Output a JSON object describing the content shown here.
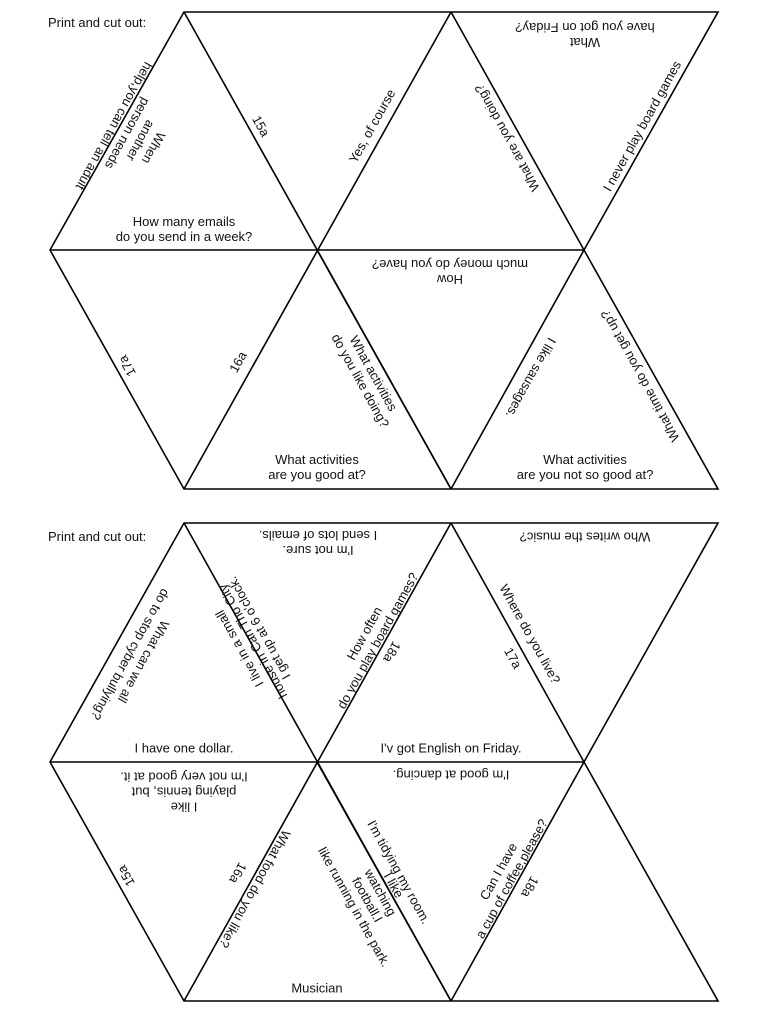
{
  "sheet1": {
    "header": "Print and cut out:",
    "labels": {
      "t1_right": "When\nanother\nperson needs\nhelp,you can tell an adult",
      "t1_bottom": "How many emails\ndo you send in a week?",
      "t2_left": "15a",
      "t2_right": "Yes, of course",
      "t3_left": "What are you doing?",
      "t3_top": "What\nhave you got on Friday?",
      "t4_left": "I never play board games",
      "t5_right": "17a",
      "t6_left": "16a",
      "t6_right": "What activities\ndo you like doing?",
      "t6_bottom": "What activities\nare you good at?",
      "t7_top": "How\nmuch money do you have?",
      "t7_left": "I like sausages.",
      "t8_right": "What time do you get up?",
      "t8_bottom": "What activities\nare you not so good at?"
    }
  },
  "sheet2": {
    "header": "Print and cut out:",
    "labels": {
      "t1_right": "What can we all\ndo to stop cyber bullying?",
      "t1_bottom": "I have one dollar.",
      "t2_left": "I live in a small\nhouse in Can Tho City",
      "t2_top": "I'm not sure.\nI send lots of emails.",
      "t2_right": "How often\ndo you play board games?",
      "t2b_right": "18a",
      "t3_left": "17a",
      "t3_bottom": "I'v got English on Friday.",
      "t3b_left": "Where do you live?",
      "t4_top": "Who writes the music?",
      "t5_top": "I like\nplaying tennis, but\nI'm not very good at it.",
      "t5_right": "15a",
      "t6_left": "16a",
      "t6_right": "What food do you like?",
      "t6b_left": "I get up at 6 o'clock.",
      "t6_bottom": "Musician",
      "t7_top": "I'm good at dancing.",
      "t7_left": "I'm tidying my room.",
      "t7b_left": "I like\nwatching\nfootball.I\nlike running in the park.",
      "t7_right": "Can I have\na cup of coffee,please?",
      "t7b_right": "18a"
    }
  }
}
